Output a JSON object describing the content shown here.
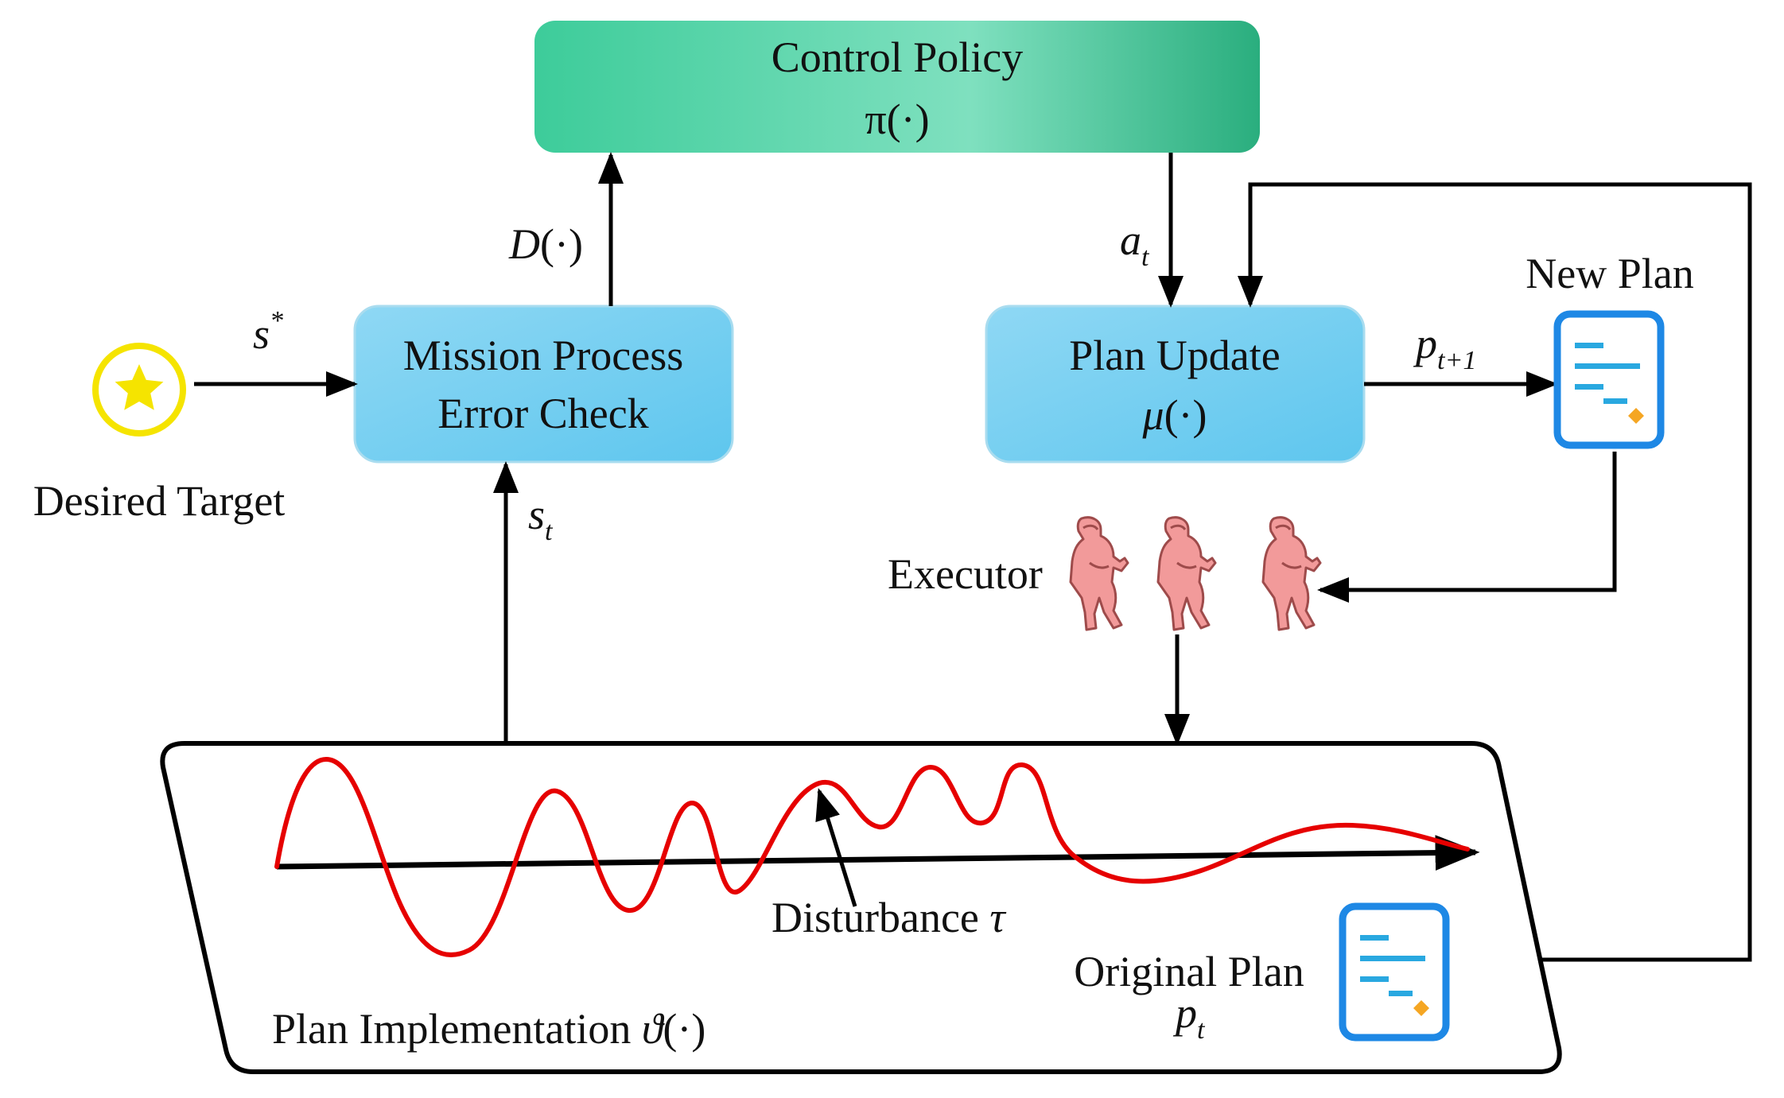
{
  "colors": {
    "policy_box": "#3dcc9a",
    "process_box": "#7dcff0",
    "wave": "#e60000",
    "target_star": "#f5e400",
    "doc_icon": "#1e88e5",
    "executor": "#f29a9a"
  },
  "icons": {
    "target": "star-icon",
    "new_plan": "document-icon",
    "original_plan": "document-icon",
    "executor": "soldier-icon"
  },
  "control_policy": {
    "title": "Control Policy",
    "func": "π(·)"
  },
  "mission_check": {
    "line1": "Mission Process",
    "line2": "Error Check"
  },
  "plan_update": {
    "title": "Plan Update",
    "func_sym": "μ",
    "func_args": "(·)"
  },
  "target": {
    "label": "Desired Target",
    "signal": "s",
    "signal_sup": "*"
  },
  "signals": {
    "d_sym": "D",
    "d_args": "(·)",
    "a_sym": "a",
    "a_sub": "t",
    "s_sym": "s",
    "s_sub": "t",
    "p_sym": "p",
    "p_sub": "t+1"
  },
  "new_plan": {
    "label": "New Plan"
  },
  "executor": {
    "label": "Executor"
  },
  "implementation": {
    "label": "Plan Implementation ",
    "func_sym": "ϑ",
    "func_args": "(·)",
    "disturbance_label": "Disturbance ",
    "disturbance_sym": "τ"
  },
  "original_plan": {
    "label": "Original Plan",
    "sym": "p",
    "sub": "t"
  }
}
